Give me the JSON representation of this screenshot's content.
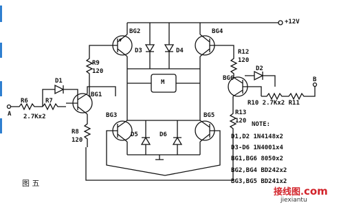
{
  "labels": {
    "vcc": "+12V",
    "bg1": "BG1",
    "bg2": "BG2",
    "bg3": "BG3",
    "bg4": "BG4",
    "bg5": "BG5",
    "bg6": "BG6",
    "d1": "D1",
    "d2": "D2",
    "d3": "D3",
    "d4": "D4",
    "d5": "D5",
    "d6": "D6",
    "r6": "R6",
    "r7": "R7",
    "r6r7_value": "2.7Kx2",
    "r8": "R8",
    "r8_value": "120",
    "r9": "R9",
    "r9_value": "120",
    "r12": "R12",
    "r12_value": "120",
    "r13": "R13",
    "r13_value": "120",
    "r10r11": "R10 2.7Kx2 R11",
    "input_a": "A",
    "input_b": "B",
    "motor": "M"
  },
  "notes": {
    "title": "NOTE:",
    "items": [
      "D1,D2  1N4148x2",
      "D3-D6  1N4001x4",
      "BG1,BG6  8050x2",
      "BG2,BG4  BD242x2",
      "BG3,BG5  BD241x2"
    ]
  },
  "figure_caption": "图 五",
  "watermark": {
    "brand": "接线图",
    "dot": ".",
    "tld": "com",
    "domain": "jiexiantu"
  },
  "colors": {
    "ink": "#111111",
    "edge_marks": "#2f7fd0",
    "watermark_brand": "#d2232a",
    "watermark_domain": "#333333"
  }
}
